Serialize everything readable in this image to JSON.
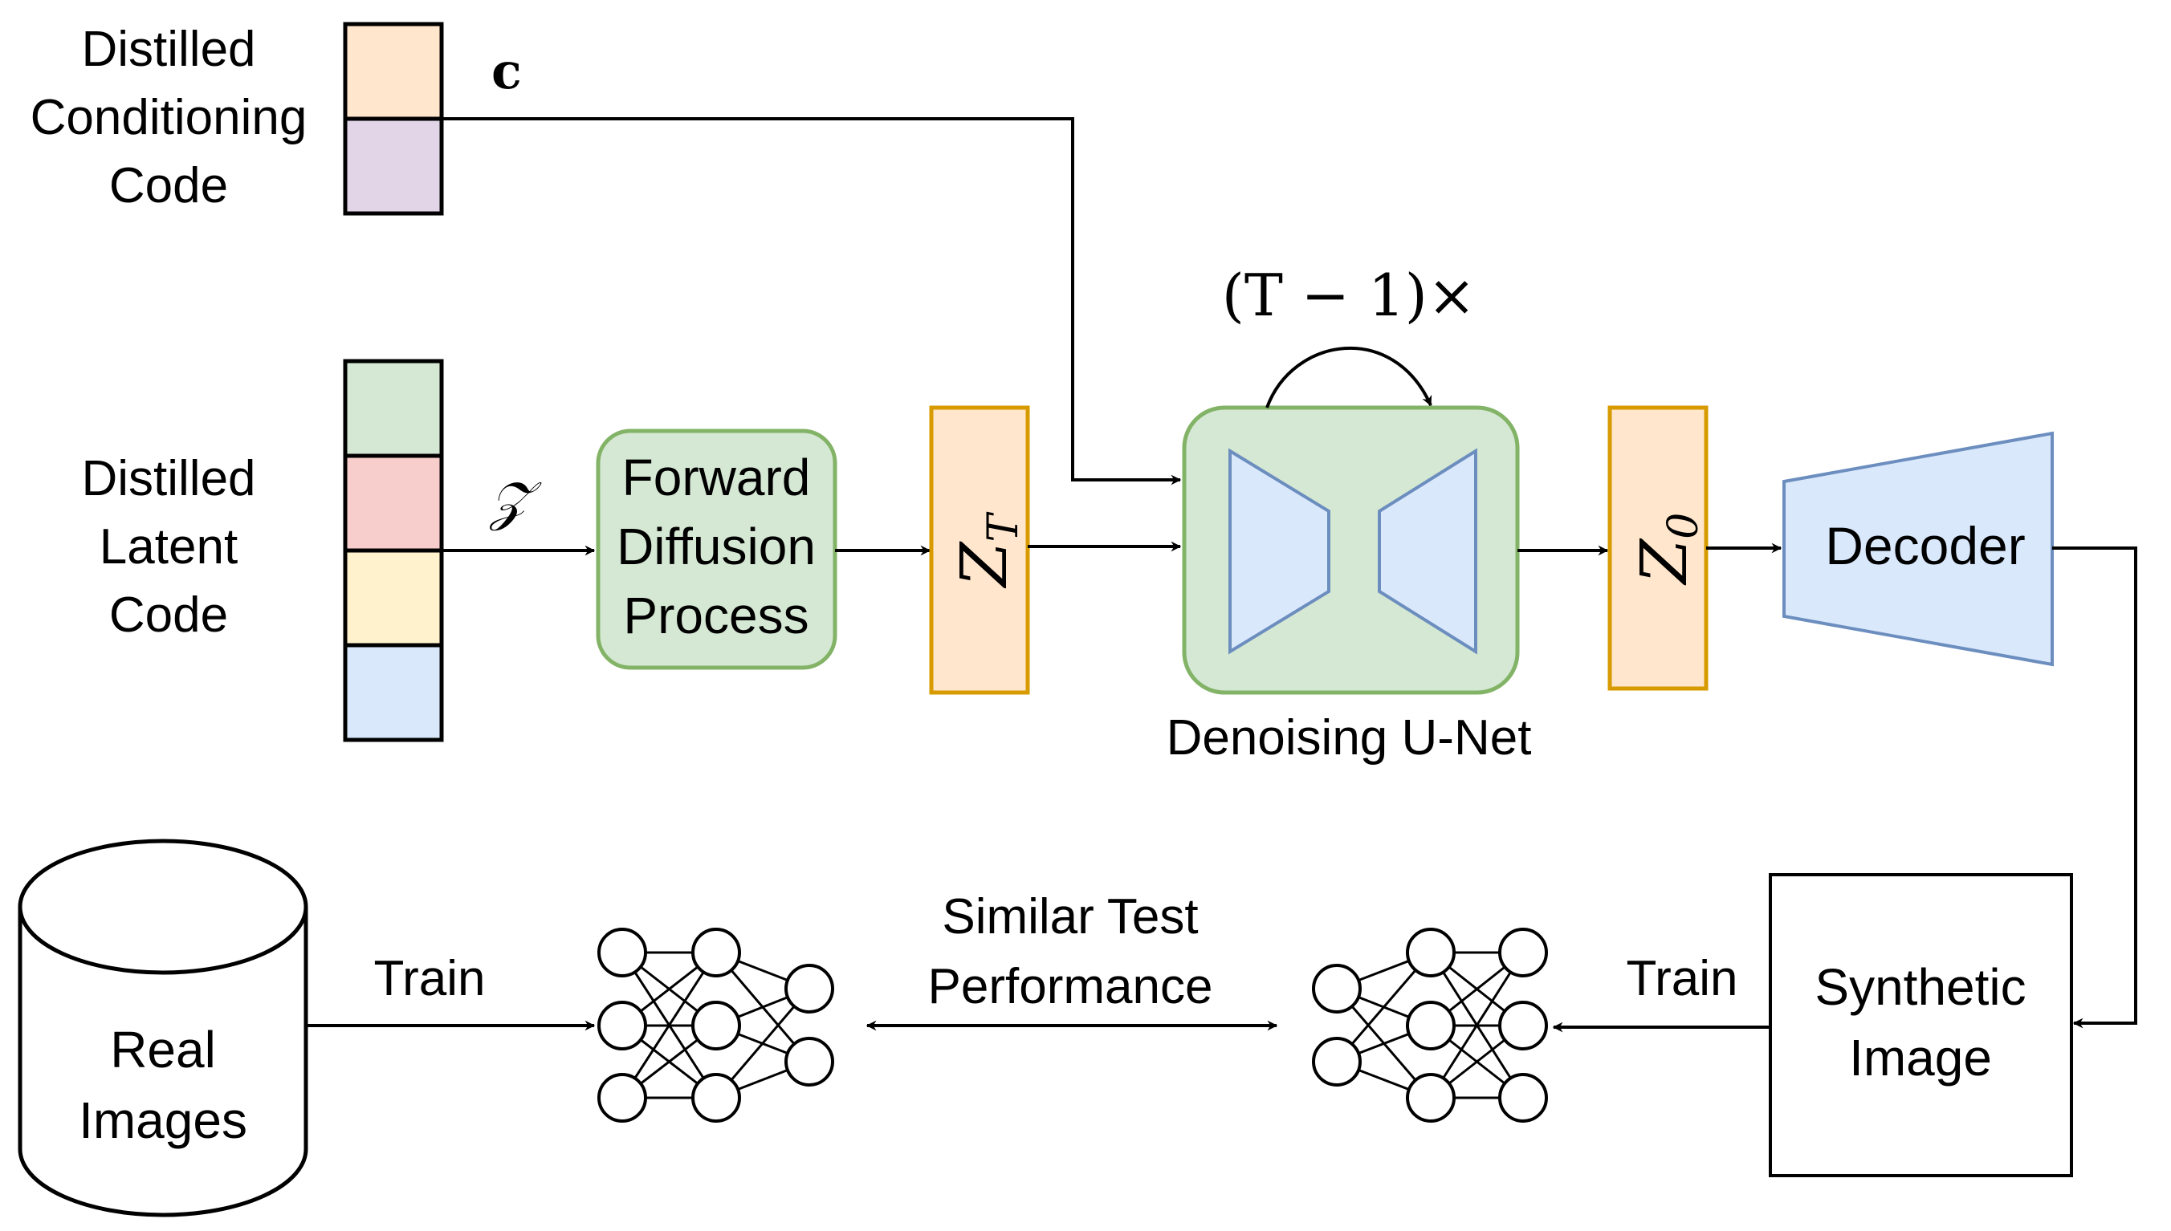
{
  "conditioning": {
    "label_line1": "Distilled",
    "label_line2": "Conditioning",
    "label_line3": "Code",
    "symbol": "c",
    "cell_colors": [
      "#ffe6cc",
      "#e1d5e7"
    ]
  },
  "latent": {
    "label_line1": "Distilled",
    "label_line2": "Latent",
    "label_line3": "Code",
    "symbol": "𝒵",
    "cell_colors": [
      "#d5e8d4",
      "#f8cecc",
      "#fff2cc",
      "#dae8fc"
    ]
  },
  "forward_diffusion": {
    "line1": "Forward",
    "line2": "Diffusion",
    "line3": "Process"
  },
  "zt": {
    "base": "Z",
    "sub": "T"
  },
  "unet": {
    "label": "Denoising U-Net",
    "loop_label": "(T − 1)×"
  },
  "z0": {
    "base": "Z",
    "sub": "0"
  },
  "decoder": {
    "label": "Decoder"
  },
  "synthetic": {
    "line1": "Synthetic",
    "line2": "Image"
  },
  "real": {
    "line1": "Real",
    "line2": "Images"
  },
  "train_left": "Train",
  "train_right": "Train",
  "comparison": {
    "line1": "Similar Test",
    "line2": "Performance"
  },
  "colors": {
    "green_fill": "#d5e8d4",
    "green_stroke": "#82b366",
    "orange_fill": "#ffe6cc",
    "orange_stroke": "#d79b00",
    "blue_fill": "#dae8fc",
    "blue_stroke": "#6c8ebf"
  }
}
